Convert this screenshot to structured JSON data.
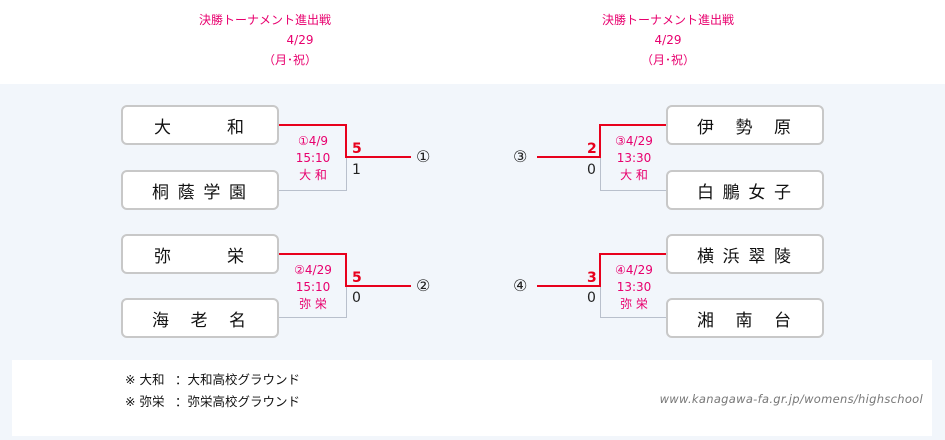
{
  "headers": [
    {
      "title": "決勝トーナメント進出戦",
      "date": "4/29",
      "day": "（月･祝）"
    },
    {
      "title": "決勝トーナメント進出戦",
      "date": "4/29",
      "day": "（月･祝）"
    }
  ],
  "matches": [
    {
      "team_top": [
        "大",
        "和"
      ],
      "team_bottom": [
        "桐",
        "蔭",
        "学",
        "園"
      ],
      "info": [
        "①4/9",
        "15:10",
        "大 和"
      ],
      "score_top": "5",
      "score_bottom": "1",
      "winner": "top",
      "slot": "①"
    },
    {
      "team_top": [
        "弥",
        "栄"
      ],
      "team_bottom": [
        "海",
        "老",
        "名"
      ],
      "info": [
        "②4/29",
        "15:10",
        "弥 栄"
      ],
      "score_top": "5",
      "score_bottom": "0",
      "winner": "top",
      "slot": "②"
    },
    {
      "team_top": [
        "伊",
        "勢",
        "原"
      ],
      "team_bottom": [
        "白",
        "鵬",
        "女",
        "子"
      ],
      "info": [
        "③4/29",
        "13:30",
        "大 和"
      ],
      "score_top": "2",
      "score_bottom": "0",
      "winner": "top",
      "slot": "③"
    },
    {
      "team_top": [
        "横",
        "浜",
        "翠",
        "陵"
      ],
      "team_bottom": [
        "湘",
        "南",
        "台"
      ],
      "info": [
        "④4/29",
        "13:30",
        "弥 栄"
      ],
      "score_top": "3",
      "score_bottom": "0",
      "winner": "top",
      "slot": "④"
    }
  ],
  "notes": [
    {
      "mark": "※ 大和",
      "desc": "：大和高校グラウンド"
    },
    {
      "mark": "※ 弥栄",
      "desc": "：弥栄高校グラウンド"
    }
  ],
  "url": "www.kanagawa-fa.gr.jp/womens/highschool",
  "colors": {
    "winner_line": "#e8001c",
    "info_text": "#e8006e",
    "loser_line": "#b9c0cc"
  }
}
